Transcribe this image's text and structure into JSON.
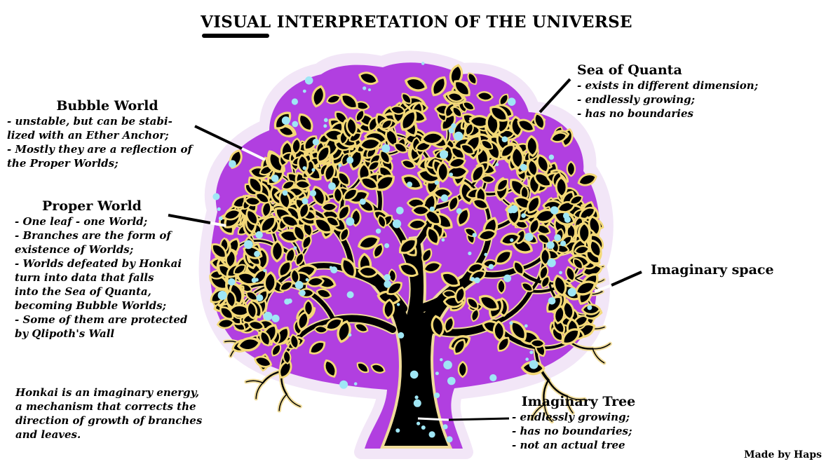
{
  "title": {
    "underlined": "VISUAL",
    "rest": " INTERPRETATION OF THE UNIVERSE"
  },
  "sea_of_quanta": {
    "heading": "Sea of Quanta",
    "lines": [
      "- exists in different dimension;",
      "- endlessly growing;",
      "- has no boundaries"
    ]
  },
  "bubble_world": {
    "heading": "Bubble World",
    "lines": [
      "- unstable, but can be stabi-",
      "lized with an Ether Anchor;",
      "- Mostly they are a reflection of",
      "the Proper Worlds;"
    ]
  },
  "proper_world": {
    "heading": "Proper World",
    "lines": [
      "- One leaf - one World;",
      "- Branches are the form of",
      "existence of Worlds;",
      "- Worlds defeated by Honkai",
      "turn into data that falls",
      "into the Sea of Quanta,",
      "becoming Bubble Worlds;",
      "- Some of them are protected",
      "by Qlipoth's Wall"
    ]
  },
  "imaginary_space": {
    "heading": "Imaginary space"
  },
  "honkai": {
    "lines": [
      "Honkai is an imaginary energy,",
      "a mechanism that corrects the",
      "direction of growth of branches",
      "and leaves."
    ]
  },
  "imaginary_tree": {
    "heading": "Imaginary Tree",
    "lines": [
      "- endlessly growing;",
      "- has no boundaries;",
      "- not an actual tree"
    ]
  },
  "credit": "Made by Haps",
  "colors": {
    "purple": "#b13fe0",
    "outline": "#f3e0a6",
    "trunk": "#000000",
    "bubble": "#9fe6f5",
    "glow": "#e8c650"
  }
}
